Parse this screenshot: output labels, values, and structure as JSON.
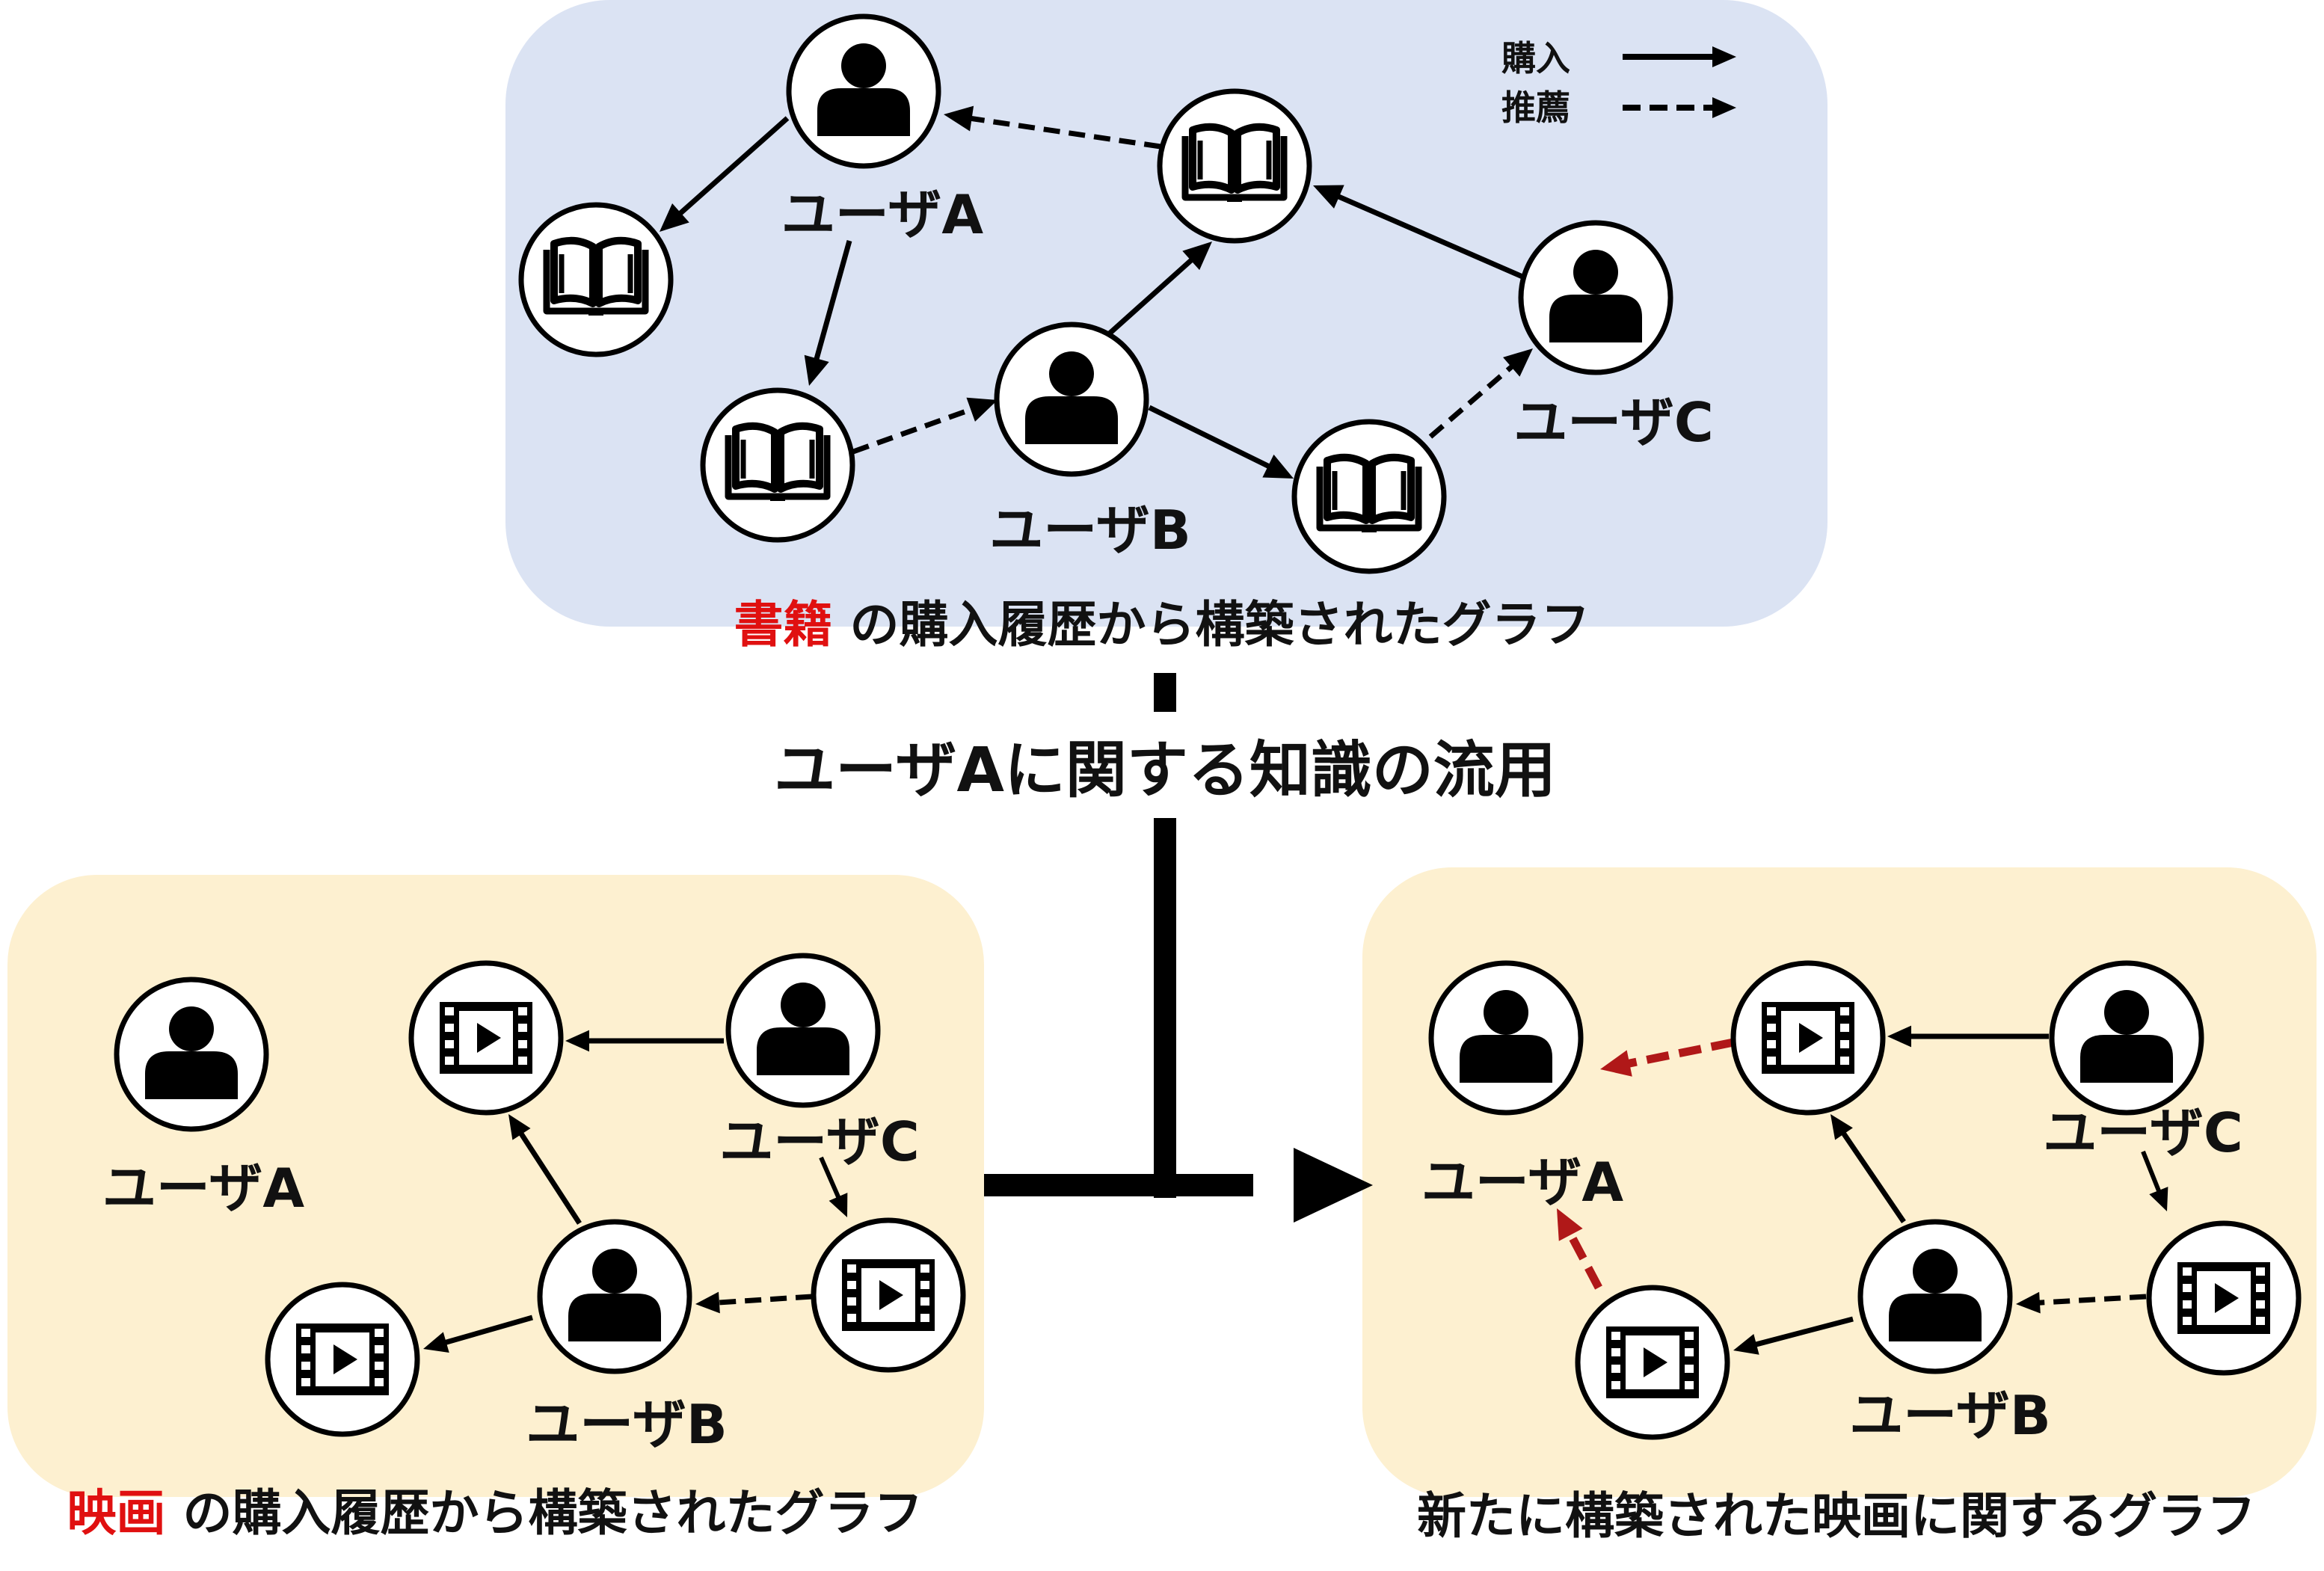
{
  "legend": {
    "purchase": "購入",
    "recommend": "推薦"
  },
  "top_panel": {
    "labels": {
      "userA": "ユーザA",
      "userB": "ユーザB",
      "userC": "ユーザC"
    },
    "caption_highlight": "書籍",
    "caption_rest": " の購入履歴から構築されたグラフ"
  },
  "middle_label": "ユーザAに関する知識の流用",
  "left_panel": {
    "labels": {
      "userA": "ユーザA",
      "userB": "ユーザB",
      "userC": "ユーザC"
    },
    "caption_highlight": "映画",
    "caption_rest": " の購入履歴から構築されたグラフ"
  },
  "right_panel": {
    "labels": {
      "userA": "ユーザA",
      "userB": "ユーザB",
      "userC": "ユーザC"
    },
    "caption": "新たに構築された映画に関するグラフ"
  },
  "colors": {
    "top_bg": "#dbe3f3",
    "bottom_bg": "#fdf0d0",
    "highlight_text": "#e01010",
    "new_edge": "#b01818"
  }
}
